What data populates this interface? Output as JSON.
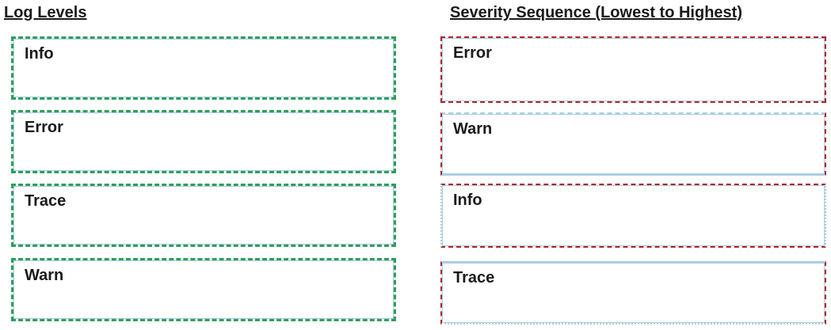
{
  "left_panel": {
    "title": "Log Levels",
    "items": [
      {
        "label": "Info"
      },
      {
        "label": "Error"
      },
      {
        "label": "Trace"
      },
      {
        "label": "Warn"
      }
    ]
  },
  "right_panel": {
    "title": "Severity Sequence (Lowest to Highest)",
    "items": [
      {
        "label": "Error"
      },
      {
        "label": "Warn"
      },
      {
        "label": "Info"
      },
      {
        "label": "Trace"
      }
    ]
  },
  "colors": {
    "left_box_border": "#2f9e5d",
    "right_box_border": "#b22222",
    "inner_border": "#a9cde4",
    "text": "#1a1a1a"
  }
}
